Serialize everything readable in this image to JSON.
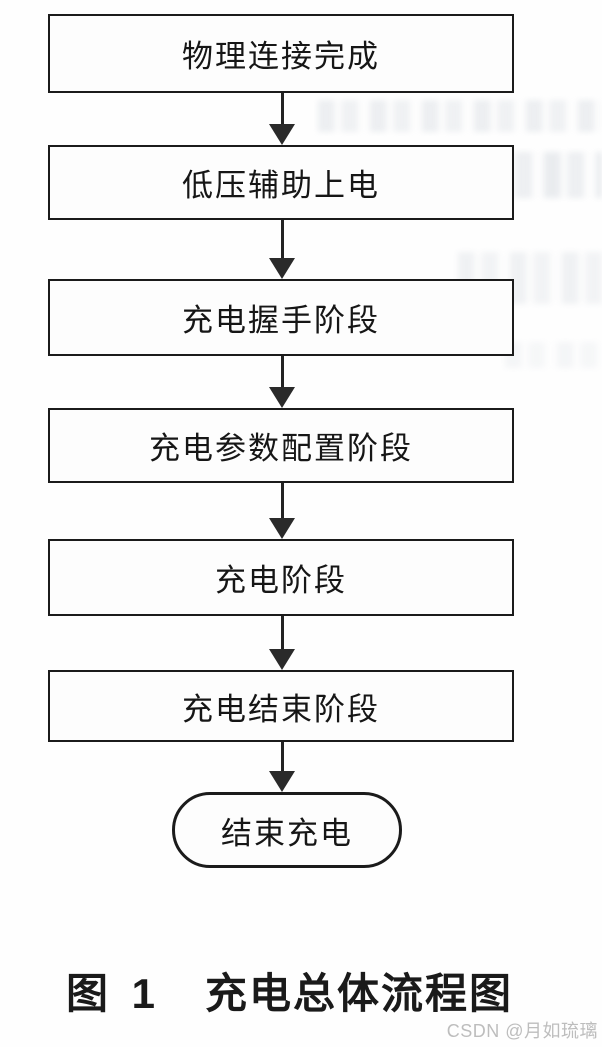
{
  "flowchart": {
    "steps": [
      {
        "label": "物理连接完成"
      },
      {
        "label": "低压辅助上电"
      },
      {
        "label": "充电握手阶段"
      },
      {
        "label": "充电参数配置阶段"
      },
      {
        "label": "充电阶段"
      },
      {
        "label": "充电结束阶段"
      }
    ],
    "terminator": {
      "label": "结束充电"
    }
  },
  "caption": {
    "figure_label": "图 1",
    "title": "充电总体流程图"
  },
  "watermark": {
    "text": "CSDN @月如琉璃"
  },
  "colors": {
    "line": "#1b1b1b",
    "text": "#161616",
    "watermark": "#bdbdbd",
    "background": "#fefefe"
  }
}
